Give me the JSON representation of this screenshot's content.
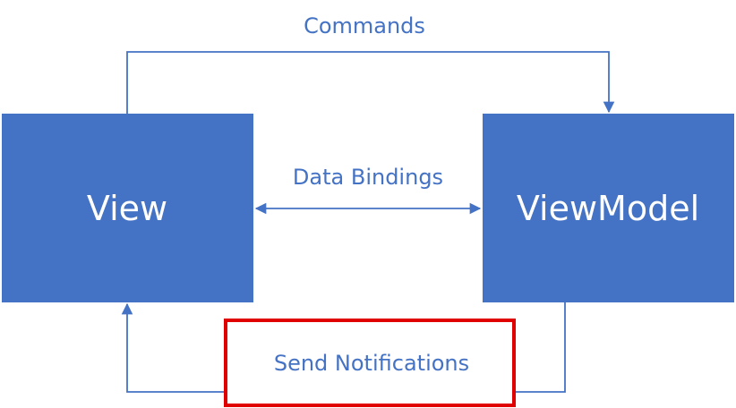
{
  "nodes": {
    "view": {
      "label": "View"
    },
    "viewmodel": {
      "label": "ViewModel"
    }
  },
  "edges": {
    "commands": {
      "label": "Commands"
    },
    "data_bindings": {
      "label": "Data Bindings"
    },
    "send_notifications": {
      "label": "Send Notifications"
    }
  },
  "highlight": {
    "target": "send_notifications"
  },
  "colors": {
    "box_fill": "#4472c4",
    "box_text": "#ffffff",
    "connector": "#4472c4",
    "label_text": "#4472c4",
    "highlight_border": "#e00000"
  }
}
